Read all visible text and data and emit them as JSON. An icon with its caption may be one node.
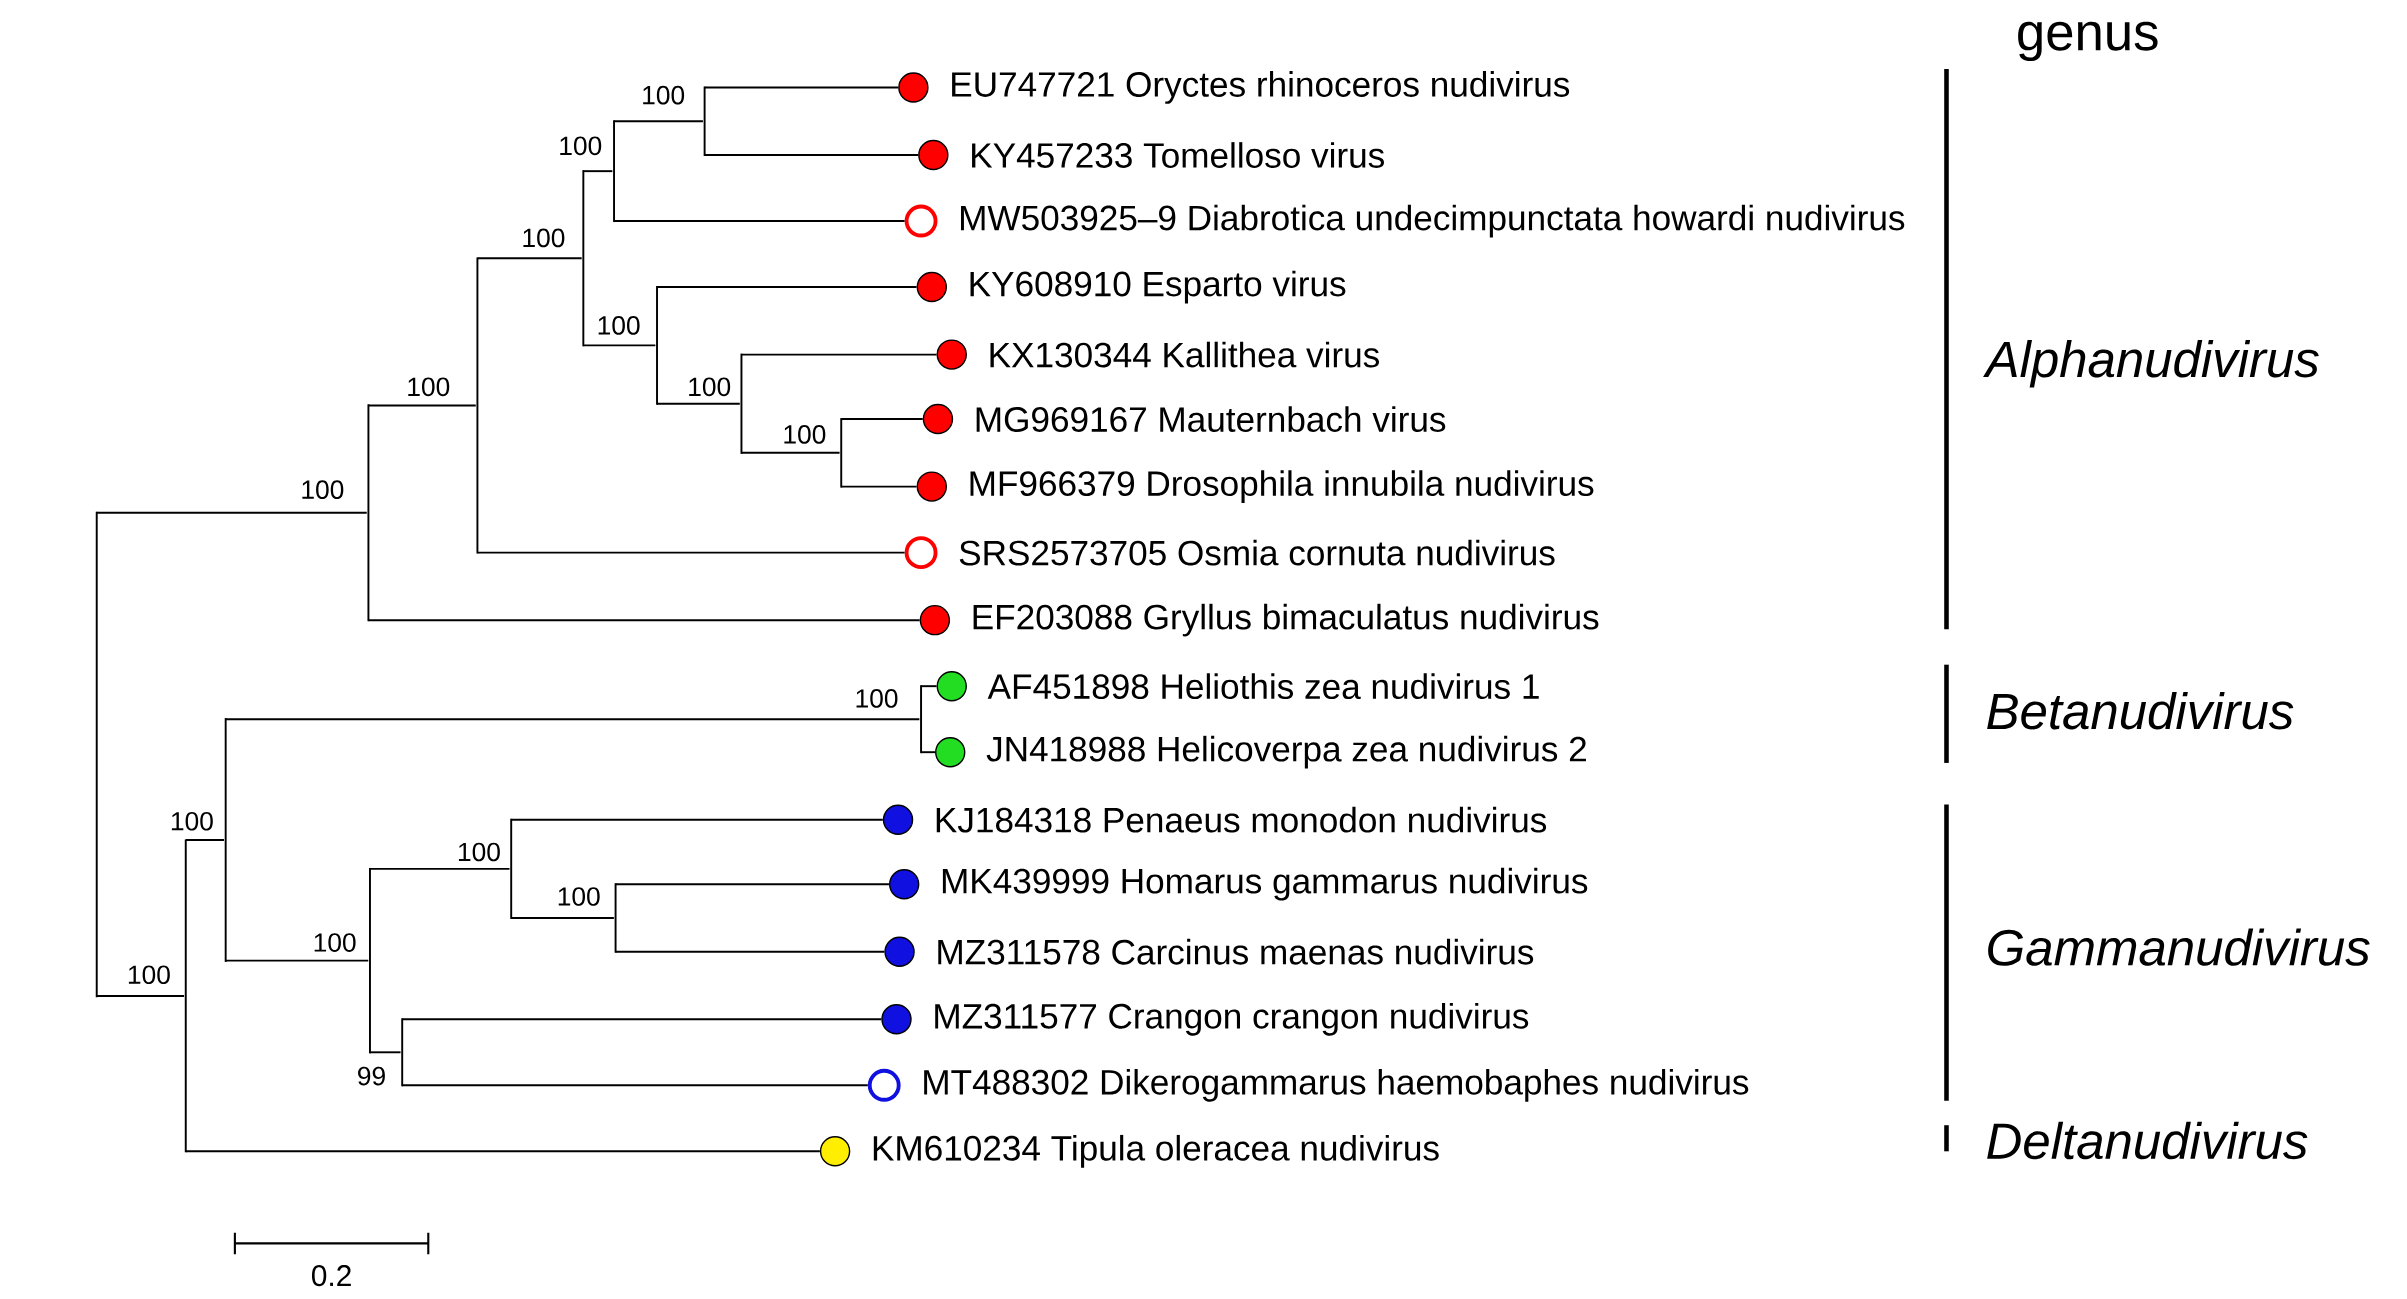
{
  "diagram": {
    "nodes": [
      {
        "text": [],
        "shape": "circle",
        "beside": [
          "EU747721 Oryctes rhinoceros nudivirus"
        ]
      },
      {
        "text": [],
        "shape": "circle",
        "beside": [
          "KY457233 Tomelloso virus"
        ]
      },
      {
        "text": [],
        "shape": "circle",
        "beside": [
          "MW503925–9 Diabrotica undecimpunctata howardi nudivirus"
        ]
      },
      {
        "text": [],
        "shape": "circle",
        "beside": [
          "KY608910 Esparto virus"
        ]
      },
      {
        "text": [],
        "shape": "circle",
        "beside": [
          "KX130344 Kallithea virus"
        ]
      },
      {
        "text": [],
        "shape": "circle",
        "beside": [
          "MG969167 Mauternbach virus"
        ]
      },
      {
        "text": [],
        "shape": "circle",
        "beside": [
          "MF966379 Drosophila innubila nudivirus"
        ]
      },
      {
        "text": [],
        "shape": "circle",
        "beside": [
          "SRS2573705 Osmia cornuta nudivirus"
        ]
      },
      {
        "text": [],
        "shape": "circle",
        "beside": [
          "EF203088 Gryllus bimaculatus nudivirus"
        ]
      },
      {
        "text": [],
        "shape": "circle",
        "beside": [
          "AF451898 Heliothis zea nudivirus 1"
        ]
      },
      {
        "text": [],
        "shape": "circle",
        "beside": [
          "JN418988 Helicoverpa zea nudivirus 2"
        ]
      },
      {
        "text": [],
        "shape": "circle",
        "beside": [
          "KJ184318 Penaeus monodon nudivirus"
        ]
      },
      {
        "text": [],
        "shape": "circle",
        "beside": [
          "MK439999 Homarus gammarus nudivirus"
        ]
      },
      {
        "text": [],
        "shape": "circle",
        "beside": [
          "MZ311578 Carcinus maenas nudivirus"
        ]
      },
      {
        "text": [],
        "shape": "circle",
        "beside": [
          "MZ311577 Crangon crangon nudivirus"
        ]
      },
      {
        "text": [],
        "shape": "circle",
        "beside": [
          "MT488302 Dikerogammarus haemobaphes nudivirus"
        ]
      },
      {
        "text": [],
        "shape": "circle",
        "beside": [
          "KM610234 Tipula oleracea nudivirus"
        ]
      },
      {
        "text": [],
        "shape": "point",
        "beside": [
          "100"
        ]
      },
      {
        "text": [],
        "shape": "point",
        "beside": [
          "100"
        ]
      },
      {
        "text": [],
        "shape": "point",
        "beside": [
          "100"
        ]
      },
      {
        "text": [],
        "shape": "point",
        "beside": [
          "100"
        ]
      },
      {
        "text": [],
        "shape": "point",
        "beside": [
          "100"
        ]
      },
      {
        "text": [],
        "shape": "point",
        "beside": [
          "100"
        ]
      },
      {
        "text": [],
        "shape": "point",
        "beside": [
          "100"
        ]
      },
      {
        "text": [],
        "shape": "point",
        "beside": [
          "100"
        ]
      },
      {
        "text": [],
        "shape": "point",
        "beside": [
          "100"
        ]
      },
      {
        "text": [],
        "shape": "point",
        "beside": [
          "100"
        ]
      },
      {
        "text": [],
        "shape": "point",
        "beside": [
          "100"
        ]
      },
      {
        "text": [],
        "shape": "point",
        "beside": [
          "99"
        ]
      },
      {
        "text": [],
        "shape": "point",
        "beside": [
          "100"
        ]
      },
      {
        "text": [],
        "shape": "point",
        "beside": [
          "100"
        ]
      },
      {
        "text": [],
        "shape": "point",
        "beside": [
          "100"
        ]
      },
      {
        "text": [],
        "shape": "bar"
      }
    ],
    "edges": [
      {
        "from": 17,
        "to": 0,
        "arrow": "none"
      },
      {
        "from": 17,
        "to": 1,
        "arrow": "none"
      },
      {
        "from": 18,
        "to": 17,
        "arrow": "none"
      },
      {
        "from": 18,
        "to": 2,
        "arrow": "none"
      },
      {
        "from": 19,
        "to": 5,
        "arrow": "none"
      },
      {
        "from": 19,
        "to": 6,
        "arrow": "none"
      },
      {
        "from": 20,
        "to": 4,
        "arrow": "none"
      },
      {
        "from": 20,
        "to": 19,
        "arrow": "none"
      },
      {
        "from": 21,
        "to": 3,
        "arrow": "none"
      },
      {
        "from": 21,
        "to": 20,
        "arrow": "none"
      },
      {
        "from": 22,
        "to": 18,
        "arrow": "none"
      },
      {
        "from": 22,
        "to": 21,
        "arrow": "none"
      },
      {
        "from": 23,
        "to": 22,
        "arrow": "none"
      },
      {
        "from": 23,
        "to": 7,
        "arrow": "none"
      },
      {
        "from": 24,
        "to": 23,
        "arrow": "none"
      },
      {
        "from": 24,
        "to": 8,
        "arrow": "none"
      },
      {
        "from": 25,
        "to": 9,
        "arrow": "none"
      },
      {
        "from": 25,
        "to": 10,
        "arrow": "none"
      },
      {
        "from": 26,
        "to": 12,
        "arrow": "none"
      },
      {
        "from": 26,
        "to": 13,
        "arrow": "none"
      },
      {
        "from": 27,
        "to": 11,
        "arrow": "none"
      },
      {
        "from": 27,
        "to": 26,
        "arrow": "none"
      },
      {
        "from": 28,
        "to": 14,
        "arrow": "none"
      },
      {
        "from": 28,
        "to": 15,
        "arrow": "none"
      },
      {
        "from": 29,
        "to": 27,
        "arrow": "none"
      },
      {
        "from": 29,
        "to": 28,
        "arrow": "none"
      },
      {
        "from": 30,
        "to": 25,
        "arrow": "none"
      },
      {
        "from": 30,
        "to": 29,
        "arrow": "none"
      },
      {
        "from": 31,
        "to": 30,
        "arrow": "none"
      },
      {
        "from": 31,
        "to": 16,
        "arrow": "none"
      },
      {
        "from": 32,
        "to": 24,
        "arrow": "none"
      },
      {
        "from": 32,
        "to": 31,
        "arrow": "none"
      }
    ],
    "labels": [
      "genus",
      "Alphanudivirus",
      "Betanudivirus",
      "Gammanudivirus",
      "Deltanudivirus",
      "0.2"
    ]
  }
}
